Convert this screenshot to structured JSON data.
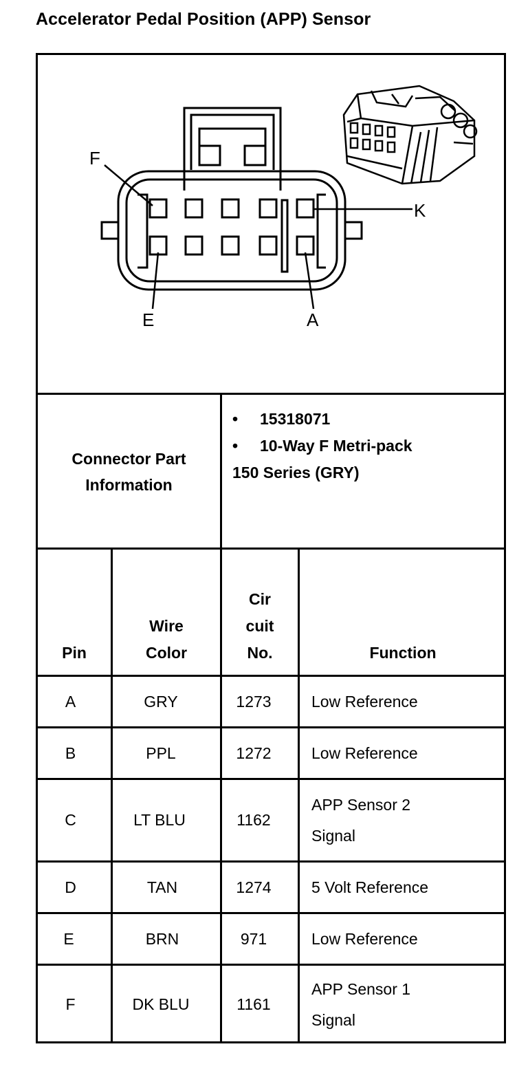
{
  "title": "Accelerator Pedal Position (APP) Sensor",
  "diagram": {
    "pin_labels": {
      "top_left": "F",
      "top_right": "K",
      "bottom_left": "E",
      "bottom_right": "A"
    }
  },
  "connector_info": {
    "label_line1": "Connector Part",
    "label_line2": "Information",
    "items": [
      "15318071",
      "10-Way F Metri-pack"
    ],
    "continuation": "150 Series (GRY)",
    "bullet": "•"
  },
  "table": {
    "headers": {
      "pin": "Pin",
      "wire_color_1": "Wire",
      "wire_color_2": "Color",
      "circuit_1": "Cir",
      "circuit_2": "cuit",
      "circuit_3": "No.",
      "function": "Function"
    },
    "rows": [
      {
        "pin": "A",
        "color": "GRY",
        "circuit": "1273",
        "function_1": "Low Reference",
        "function_2": ""
      },
      {
        "pin": "B",
        "color": "PPL",
        "circuit": "1272",
        "function_1": "Low Reference",
        "function_2": ""
      },
      {
        "pin": "C",
        "color": "LT BLU",
        "circuit": "1162",
        "function_1": "APP Sensor 2",
        "function_2": "Signal"
      },
      {
        "pin": "D",
        "color": "TAN",
        "circuit": "1274",
        "function_1": "5 Volt Reference",
        "function_2": ""
      },
      {
        "pin": "E",
        "color": "BRN",
        "circuit": "971",
        "function_1": "Low Reference",
        "function_2": ""
      },
      {
        "pin": "F",
        "color": "DK BLU",
        "circuit": "1161",
        "function_1": "APP Sensor 1",
        "function_2": "Signal"
      }
    ]
  }
}
